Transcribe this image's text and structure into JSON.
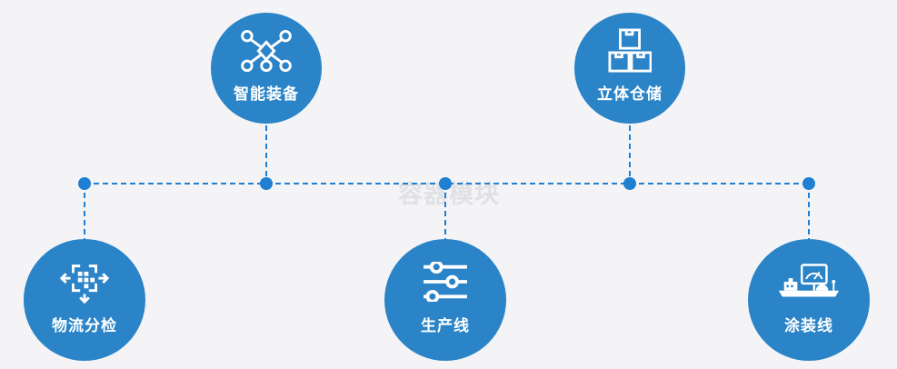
{
  "diagram": {
    "watermark": "容器模块",
    "nodes": [
      {
        "id": "intelligent-equipment",
        "label": "智能装备",
        "icon": "network-nodes-icon"
      },
      {
        "id": "stereo-warehouse",
        "label": "立体仓储",
        "icon": "stacked-boxes-icon"
      },
      {
        "id": "logistics-sorting",
        "label": "物流分检",
        "icon": "sorting-arrows-icon"
      },
      {
        "id": "production-line",
        "label": "生产线",
        "icon": "sliders-icon"
      },
      {
        "id": "painting-line",
        "label": "涂装线",
        "icon": "machine-monitor-icon"
      }
    ],
    "colors": {
      "node_fill": "#2a84c7",
      "connector": "#1e7fd3",
      "background": "#f4f4f6",
      "label_text": "#ffffff",
      "watermark_text": "#e0e1e3"
    }
  }
}
